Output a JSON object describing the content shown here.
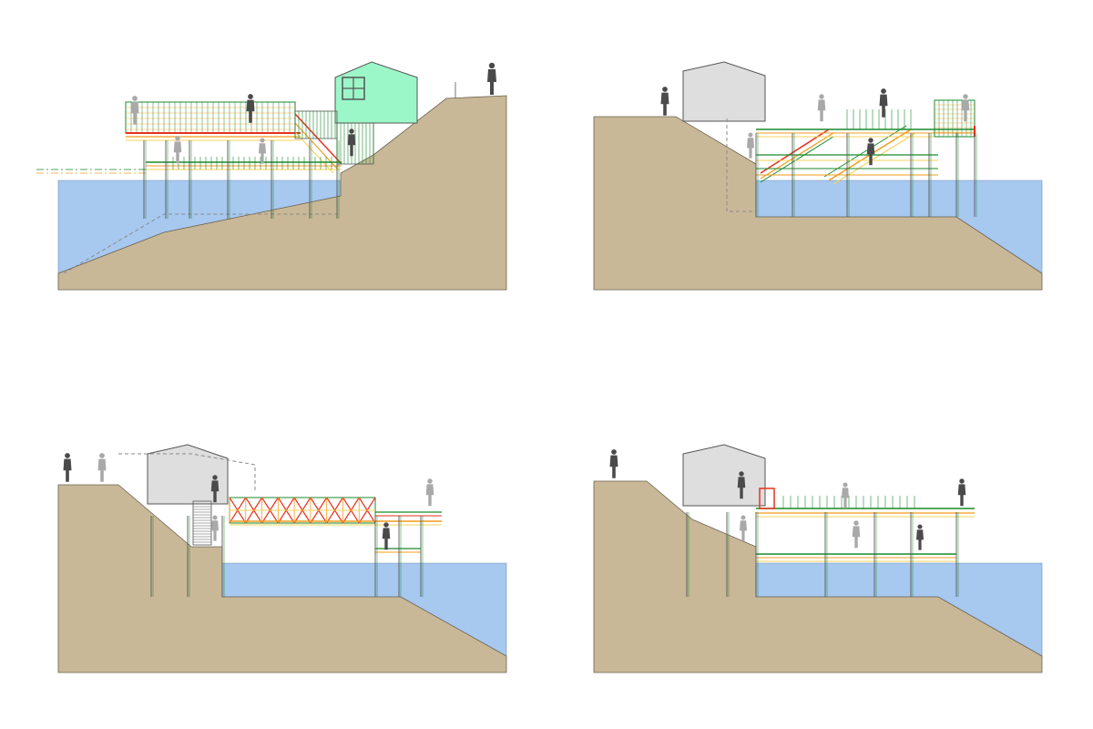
{
  "sheet": {
    "background": "#ffffff"
  },
  "palette": {
    "ground": "#c9b898",
    "water": "#a7c8ef",
    "building_fill": "#dedede",
    "building_highlight": "#9cf7c8",
    "figure": "#4a4a4a",
    "figure_faded": "#a9a9a9",
    "scaffold_green": "#1a8a2a",
    "scaffold_red": "#e8321e",
    "scaffold_orange": "#f49b1c",
    "scaffold_yellow": "#f6d35a",
    "outline": "#555555",
    "dashed": "#8a8a8a"
  },
  "panels": [
    {
      "name": "section-panel-1",
      "variant": "jetty-with-highlighted-house"
    },
    {
      "name": "section-panel-2",
      "variant": "two-level-stairs-platform"
    },
    {
      "name": "section-panel-3",
      "variant": "truss-bridge-walkway"
    },
    {
      "name": "section-panel-4",
      "variant": "two-level-open-platform"
    }
  ]
}
